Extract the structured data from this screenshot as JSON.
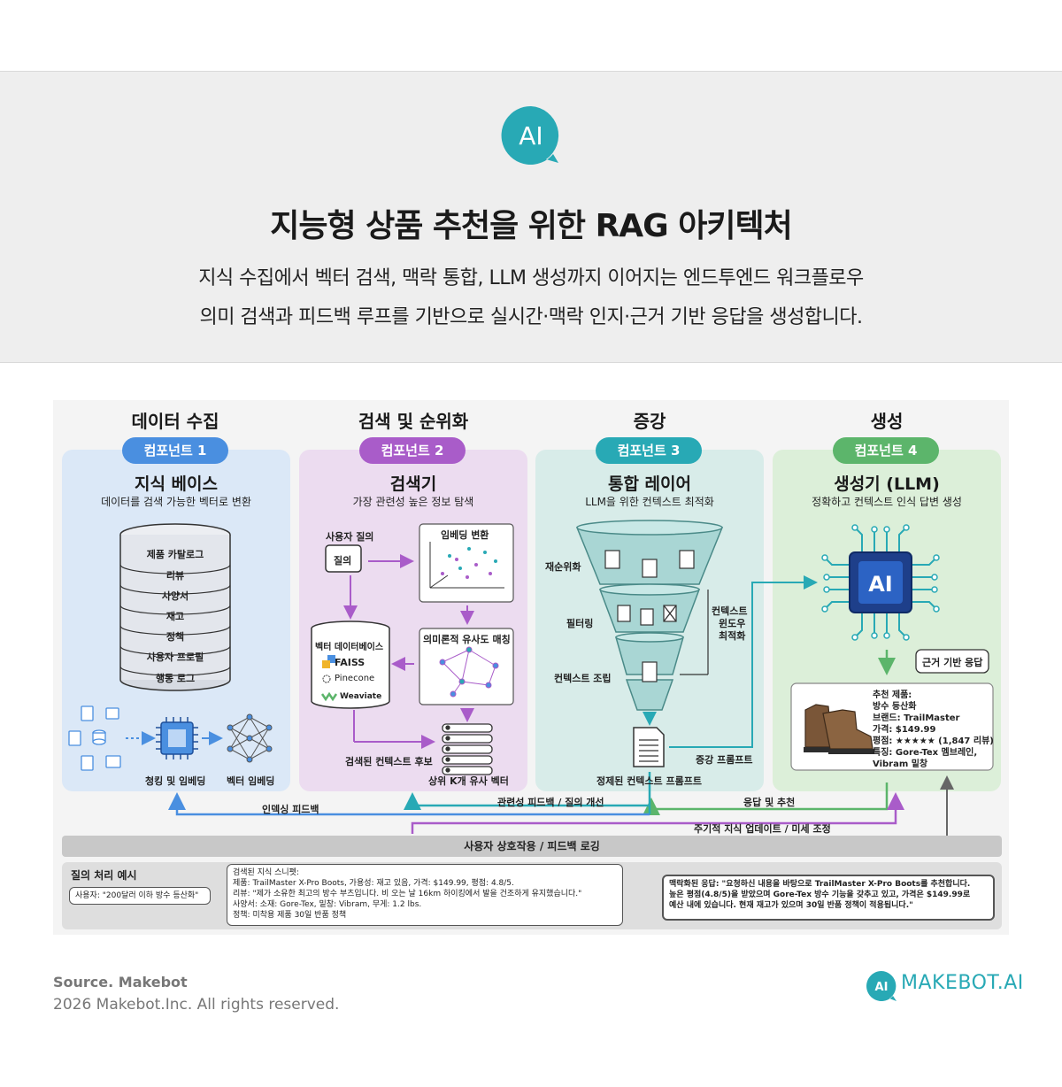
{
  "header": {
    "logo_text": "AI",
    "title": "지능형 상품 추천을 위한 RAG 아키텍처",
    "subtitle_line1": "지식 수집에서 벡터 검색, 맥락 통합, LLM 생성까지 이어지는 엔드투엔드 워크플로우",
    "subtitle_line2": "의미 검색과 피드백 루프를 기반으로 실시간·맥락 인지·근거 기반 응답을 생성합니다."
  },
  "stages": [
    {
      "title": "데이터 수집",
      "badge": "컴포넌트 1",
      "name": "지식 베이스",
      "desc": "데이터를 검색 가능한 벡터로 변환"
    },
    {
      "title": "검색 및 순위화",
      "badge": "컴포넌트 2",
      "name": "검색기",
      "desc": "가장 관련성 높은 정보 탐색"
    },
    {
      "title": "증강",
      "badge": "컴포넌트 3",
      "name": "통합 레이어",
      "desc": "LLM을 위한 컨텍스트 최적화"
    },
    {
      "title": "생성",
      "badge": "컴포넌트 4",
      "name": "생성기 (LLM)",
      "desc": "정확하고 컨텍스트 인식 답변 생성"
    }
  ],
  "knowledge_base": {
    "layers": [
      "제품 카탈로그",
      "리뷰",
      "사양서",
      "재고",
      "정책",
      "사용자 프로필",
      "행동 로그"
    ],
    "chunking_label": "청킹 및 임베딩",
    "vector_embedding_label": "벡터 임베딩"
  },
  "retriever": {
    "user_query_label": "사용자 질의",
    "query_box": "질의",
    "embedding_label": "임베딩 변환",
    "vector_db_label": "벡터 데이터베이스",
    "db_brands": [
      "FAISS",
      "Pinecone",
      "Weaviate"
    ],
    "semantic_label": "의미론적 유사도 매칭",
    "candidates_label": "검색된 컨텍스트 후보",
    "topk_label": "상위 K개 유사 벡터"
  },
  "integration": {
    "rerank_label": "재순위화",
    "filter_label": "필터링",
    "assemble_label": "컨텍스트 조립",
    "window_label": [
      "컨텍스트",
      "윈도우",
      "최적화"
    ],
    "refined_label": "정제된 컨텍스트 프롬프트",
    "augmented_label": "증강 프롬프트"
  },
  "generator": {
    "chip_text": "AI",
    "grounded_label": "근거 기반 응답",
    "rec_lines": [
      "추천 제품:",
      "방수 등산화",
      "브랜드: TrailMaster",
      "가격: $149.99",
      "평점: ★★★★★ (1,847 리뷰)",
      "특징: Gore-Tex 멤브레인,",
      "Vibram 밑창"
    ]
  },
  "feedback": {
    "indexing": "인덱싱 피드백",
    "relevance": "관련성 피드백 / 질의 개선",
    "response": "응답 및 추천",
    "periodic": "주기적 지식 업데이트 / 미세 조정",
    "logging": "사용자 상호작용 / 피드백 로깅"
  },
  "example": {
    "title": "질의 처리 예시",
    "user_query": "사용자: \"200달러 이하 방수 등산화\"",
    "snippet_lines": [
      "검색된 지식 스니펫:",
      "제품: TrailMaster X-Pro Boots, 가용성: 재고 있음, 가격: $149.99, 평점: 4.8/5.",
      "리뷰: \"제가 소유한 최고의 방수 부츠입니다. 비 오는 날 16km 하이킹에서 발을 건조하게 유지했습니다.\"",
      "사양서: 소재: Gore-Tex, 밑창: Vibram, 무게: 1.2 lbs.",
      "정책: 미착용 제품 30일 반품 정책"
    ],
    "response_lines": [
      "맥락화된 응답: \"요청하신 내용을 바탕으로 TrailMaster X-Pro Boots를 추천합니다.",
      "높은 평점(4.8/5)을 받았으며 Gore-Tex 방수 기능을 갖추고 있고, 가격은 $149.99로",
      "예산 내에 있습니다. 현재 재고가 있으며 30일 반품 정책이 적용됩니다.\""
    ]
  },
  "footer": {
    "source": "Source. Makebot",
    "copyright": "2026 Makebot.Inc. All rights reserved.",
    "brand_icon": "AI",
    "brand": "MAKEBOT.AI"
  },
  "colors": {
    "teal": "#28a9b5",
    "blue": "#4a8fe0",
    "purple": "#a95cc9",
    "green": "#5cb56b",
    "kb_panel": "#dbe8f7",
    "ret_panel": "#ecdcf0",
    "int_panel": "#d8ece9",
    "gen_panel": "#dcefd9"
  }
}
